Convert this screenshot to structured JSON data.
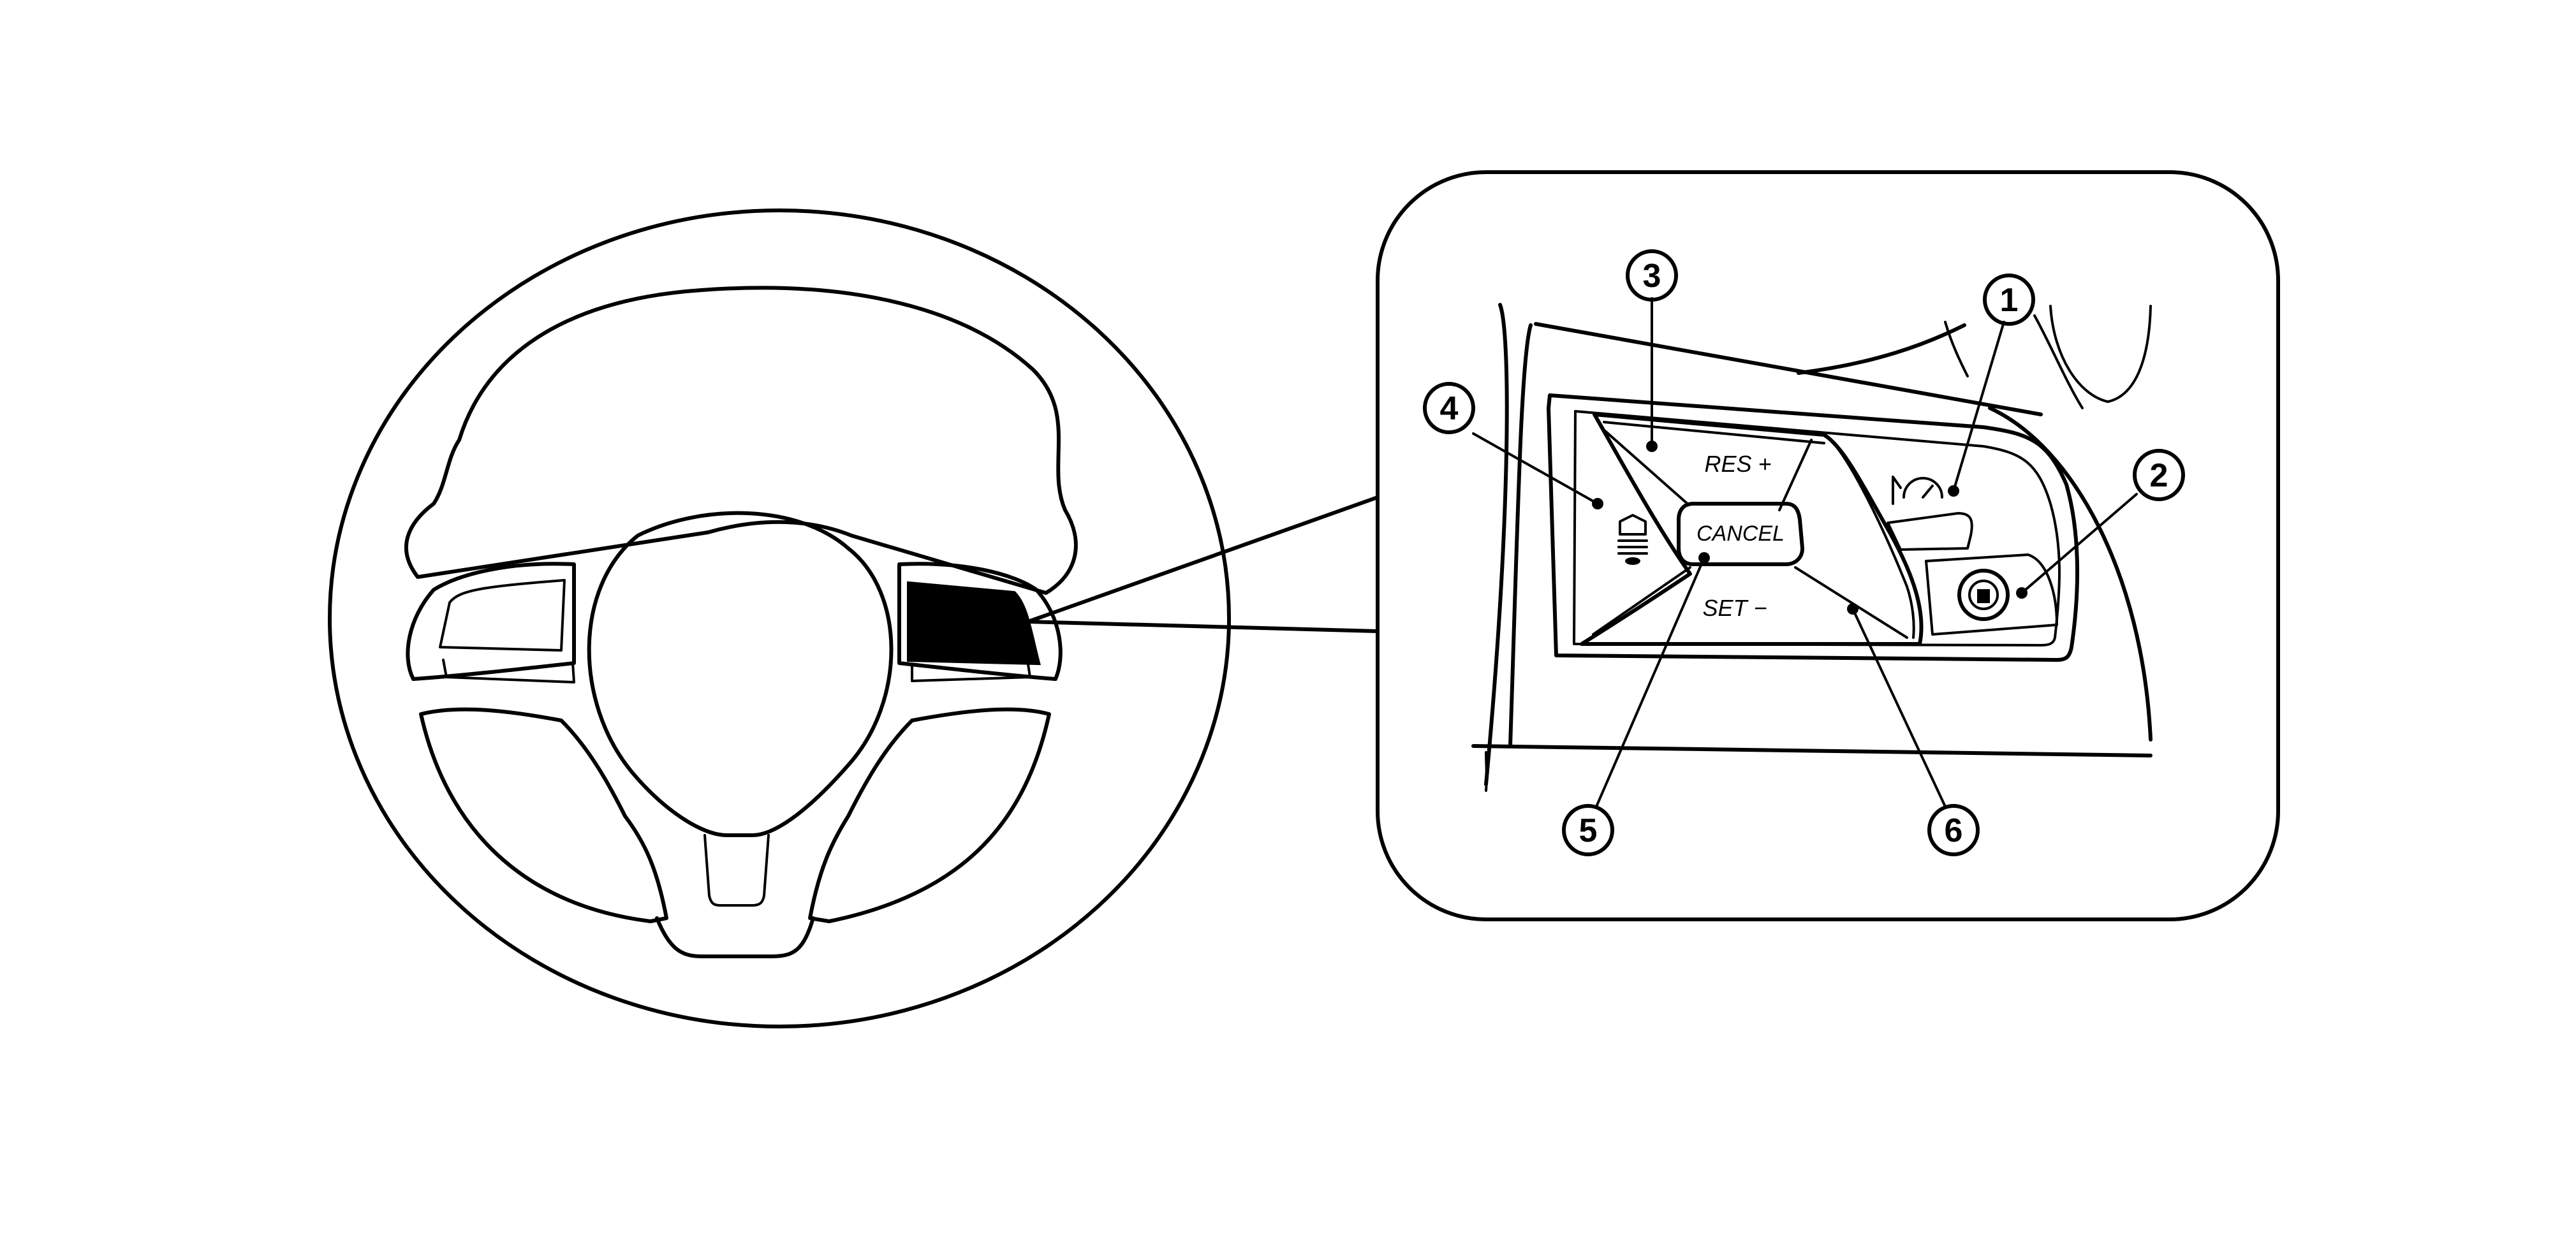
{
  "callouts": [
    {
      "number": "1",
      "target": "cruise-control-speed-icon"
    },
    {
      "number": "2",
      "target": "steering-assist-switch"
    },
    {
      "number": "3",
      "target": "res-plus-switch"
    },
    {
      "number": "4",
      "target": "distance-switch"
    },
    {
      "number": "5",
      "target": "cancel-switch"
    },
    {
      "number": "6",
      "target": "set-minus-switch"
    }
  ],
  "switch_labels": {
    "res_plus": "RES +",
    "cancel": "CANCEL",
    "set_minus": "SET −"
  },
  "icons": {
    "cruise": "speedometer-icon",
    "distance": "vehicle-distance-icon",
    "assist": "steering-assist-icon"
  }
}
